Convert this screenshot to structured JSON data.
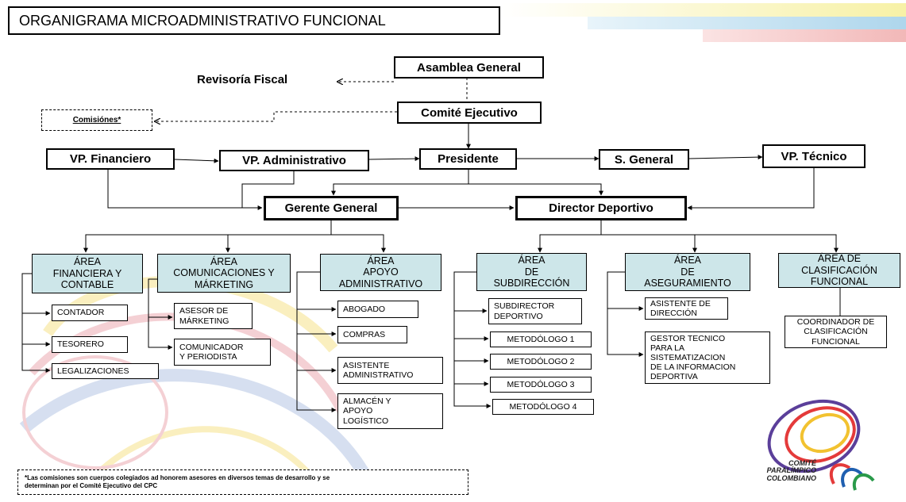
{
  "title": "ORGANIGRAMA MICROADMINISTRATIVO FUNCIONAL",
  "top": {
    "asamblea": "Asamblea General",
    "revisoria": "Revisoría Fiscal",
    "comite": "Comité Ejecutivo",
    "comisiones": "Comisiónes*",
    "presidente": "Presidente",
    "vp_financiero": "VP. Financiero",
    "vp_administrativo": "VP. Administrativo",
    "s_general": "S. General",
    "vp_tecnico": "VP. Técnico",
    "gerente": "Gerente General",
    "director": "Director Deportivo"
  },
  "areas": {
    "financiera": {
      "title": "ÁREA\nFINANCIERA Y\nCONTABLE",
      "items": [
        "CONTADOR",
        "TESORERO",
        "LEGALIZACIONES"
      ]
    },
    "comunicaciones": {
      "title": "ÁREA\nCOMUNICACIONES Y\nMÁRKETING",
      "items": [
        "ASESOR DE\nMÁRKETING",
        "COMUNICADOR\nY PERIODISTA"
      ]
    },
    "apoyo": {
      "title": "ÁREA\nAPOYO\nADMINISTRATIVO",
      "items": [
        "ABOGADO",
        "COMPRAS",
        "ASISTENTE\nADMINISTRATIVO",
        "ALMACÉN Y\nAPOYO\nLOGÍSTICO"
      ]
    },
    "subdireccion": {
      "title": "ÁREA\nDE\nSUBDIRECCIÓN",
      "items": [
        "SUBDIRECTOR\nDEPORTIVO",
        "METODÓLOGO 1",
        "METODÓLOGO 2",
        "METODÓLOGO 3",
        "METODÓLOGO 4"
      ]
    },
    "aseguramiento": {
      "title": "ÁREA\nDE\nASEGURAMIENTO",
      "items": [
        "ASISTENTE DE\nDIRECCIÓN",
        "GESTOR TECNICO\nPARA LA\nSISTEMATIZACION\nDE LA INFORMACION\nDEPORTIVA"
      ]
    },
    "clasificacion": {
      "title": "ÁREA DE\nCLASIFICACIÓN\nFUNCIONAL",
      "items": [
        "COORDINADOR DE\nCLASIFICACIÓN\nFUNCIONAL"
      ]
    }
  },
  "note": "*Las comisiones son cuerpos colegiados ad honorem asesores en diversos temas de desarrollo y se\ndeterminan por el Comité Ejecutivo del CPC",
  "logo_text": "COMITÉ\nPARALÍMPICO\nCOLOMBIANO",
  "colors": {
    "area_fill": "#cde6e9",
    "stripe_yellow": "#f7f1a6",
    "stripe_blue": "#aed6ec",
    "stripe_pink": "#f2b8b8"
  }
}
